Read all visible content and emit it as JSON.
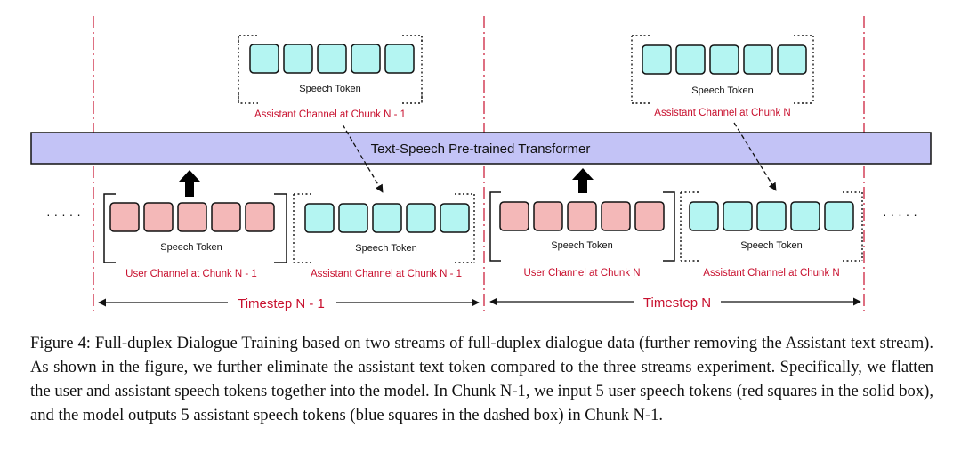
{
  "transformer_label": "Text-Speech Pre-trained Transformer",
  "speech_token_label": "Speech Token",
  "chunks": [
    {
      "assistant_top_label": "Assistant Channel at Chunk N - 1",
      "user_label": "User Channel at Chunk N - 1",
      "assistant_bottom_label": "Assistant Channel at Chunk N - 1",
      "timestep_label": "Timestep N - 1"
    },
    {
      "assistant_top_label": "Assistant Channel at Chunk N",
      "user_label": "User Channel at Chunk N",
      "assistant_bottom_label": "Assistant Channel at Chunk N",
      "timestep_label": "Timestep N"
    }
  ],
  "ellipsis": "· · · · ·",
  "tokens_per_box": 5,
  "colors": {
    "transformer_fill": "#c3c3f6",
    "user_token_fill": "#f4b8b8",
    "assistant_token_fill": "#b4f5f2",
    "channel_label": "#c8102e",
    "separator_line": "#c8102e"
  },
  "caption": "Figure 4: Full-duplex Dialogue Training based on two streams of full-duplex dialogue data (further removing the Assistant text stream). As shown in the figure, we further eliminate the assistant text token compared to the three streams experiment. Specifically, we flatten the user and assistant speech tokens together into the model. In Chunk N-1, we input 5 user speech tokens (red squares in the solid box), and the model outputs 5 assistant speech tokens (blue squares in the dashed box) in Chunk N-1."
}
